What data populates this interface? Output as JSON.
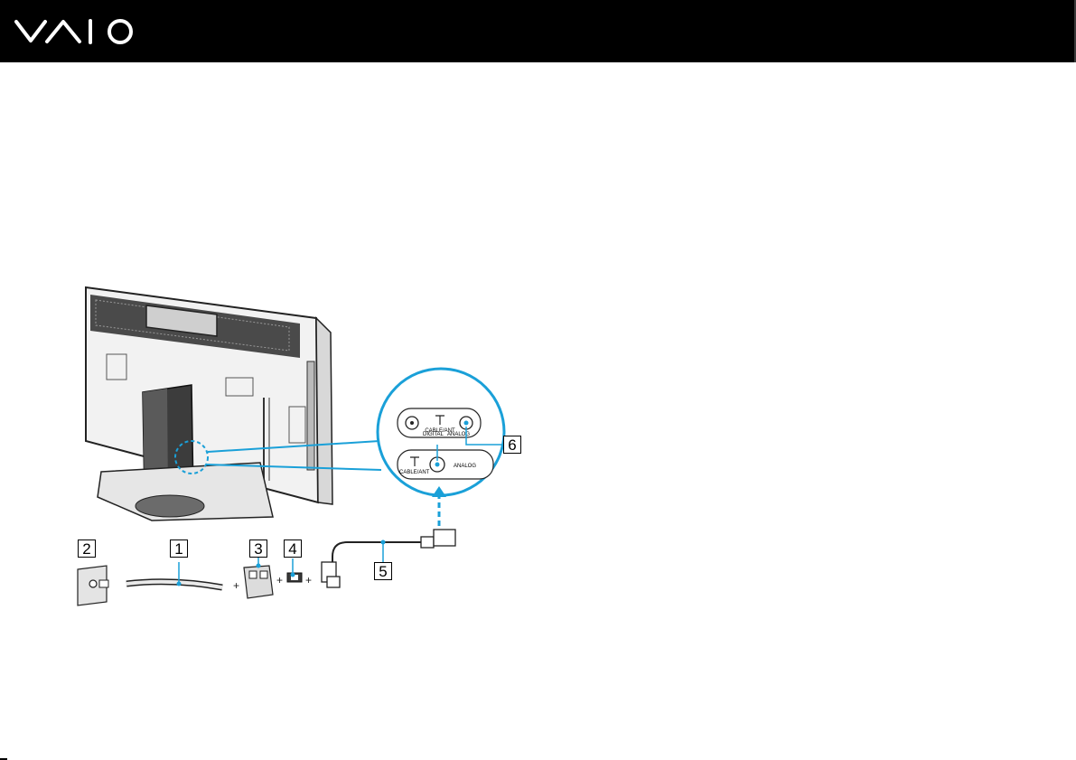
{
  "brand": {
    "logo_text": "VAIO"
  },
  "colors": {
    "header_bg": "#000000",
    "accent_cable": "#1aa0d8",
    "line": "#333333"
  },
  "figure": {
    "callouts": [
      "1",
      "2",
      "3",
      "4",
      "5",
      "6"
    ],
    "port_panel_top": {
      "digital": "DIGITAL",
      "cable_ant": "CABLE/ANT",
      "analog": "ANALOG"
    },
    "port_panel_bottom": {
      "cable_ant": "CABLE/ANT",
      "analog": "ANALOG"
    }
  }
}
